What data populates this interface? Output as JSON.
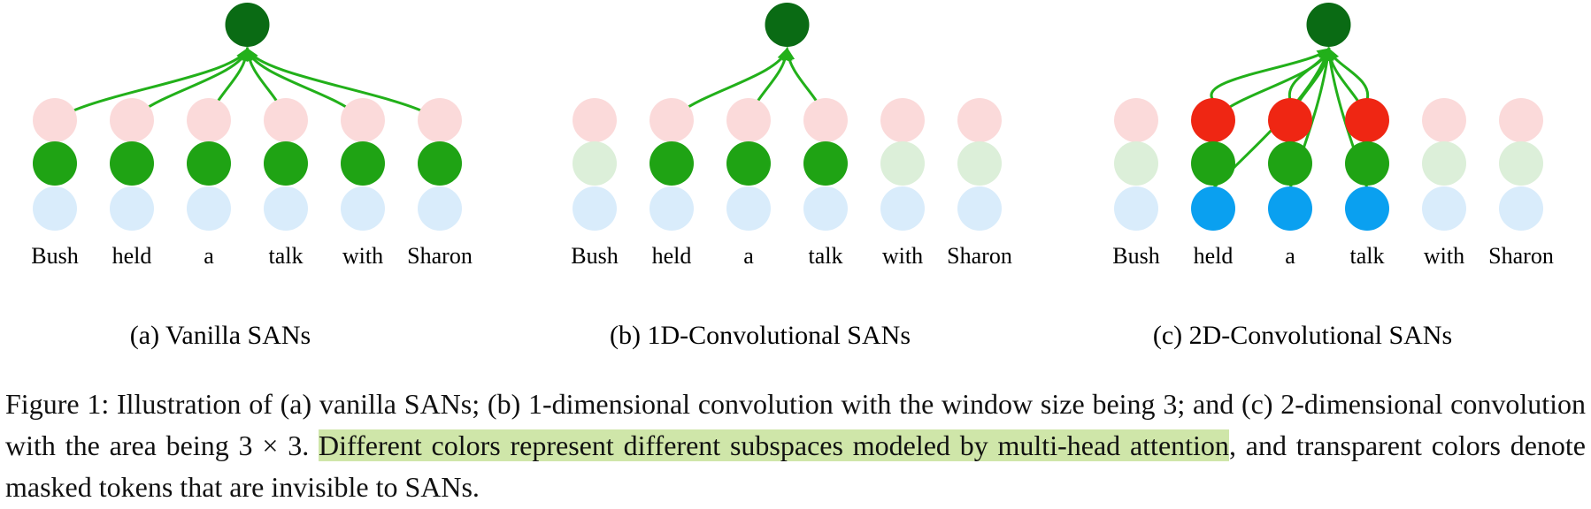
{
  "figure": {
    "tokens": [
      "Bush",
      "held",
      "a",
      "talk",
      "with",
      "Sharon"
    ],
    "colors": {
      "top_node": "#0a6b14",
      "edge": "#22b01a",
      "green": "#1fa314",
      "green_faint": "#dcefd9",
      "red": "#ef2613",
      "red_faint": "#fbdada",
      "blue": "#0aa0f0",
      "blue_faint": "#d9ecfb"
    },
    "panels": [
      {
        "label": "(a) Vanilla SANs",
        "active": {
          "red": [],
          "green": [
            0,
            1,
            2,
            3,
            4,
            5
          ],
          "blue": []
        },
        "edges": [
          [
            "green",
            0
          ],
          [
            "green",
            1
          ],
          [
            "green",
            2
          ],
          [
            "green",
            3
          ],
          [
            "green",
            4
          ],
          [
            "green",
            5
          ]
        ]
      },
      {
        "label": "(b) 1D-Convolutional SANs",
        "active": {
          "red": [],
          "green": [
            1,
            2,
            3
          ],
          "blue": []
        },
        "edges": [
          [
            "green",
            1
          ],
          [
            "green",
            2
          ],
          [
            "green",
            3
          ]
        ]
      },
      {
        "label": "(c) 2D-Convolutional SANs",
        "active": {
          "red": [
            1,
            2,
            3
          ],
          "green": [
            1,
            2,
            3
          ],
          "blue": [
            1,
            2,
            3
          ]
        },
        "edges": [
          [
            "red",
            1
          ],
          [
            "red",
            2
          ],
          [
            "red",
            3
          ],
          [
            "green",
            1
          ],
          [
            "green",
            2
          ],
          [
            "green",
            3
          ],
          [
            "blue",
            1
          ],
          [
            "blue",
            2
          ],
          [
            "blue",
            3
          ]
        ]
      }
    ]
  },
  "caption": {
    "part1": "Figure 1: Illustration of (a) vanilla SANs; (b) 1-dimensional convolution with the window size being 3; and (c) 2-dimensional convolution with the area being 3 × 3. ",
    "highlight": "Different colors represent different subspaces modeled by multi-head attention",
    "part2": ", and transparent colors denote masked tokens that are invisible to SANs."
  }
}
